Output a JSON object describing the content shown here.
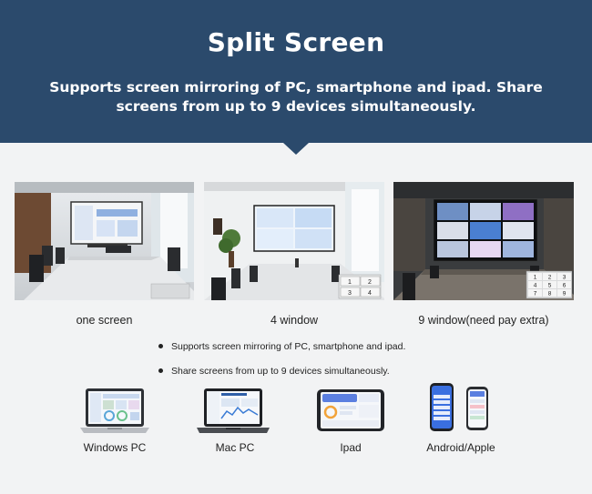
{
  "header": {
    "title": "Split Screen",
    "subtitle_line1": "Supports screen mirroring of PC, smartphone and ipad. Share",
    "subtitle_line2": "screens from up to 9 devices simultaneously."
  },
  "scenes": [
    {
      "caption": "one screen"
    },
    {
      "caption": "4 window",
      "window_numbers": [
        "1",
        "2",
        "3",
        "4"
      ]
    },
    {
      "caption": "9 window(need pay extra)",
      "window_numbers": [
        "1",
        "2",
        "3",
        "4",
        "5",
        "6",
        "7",
        "8",
        "9"
      ]
    }
  ],
  "features": [
    "Supports screen mirroring of PC, smartphone and ipad.",
    "Share screens from up to 9 devices simultaneously."
  ],
  "devices": [
    {
      "label": "Windows PC",
      "icon": "laptop-icon"
    },
    {
      "label": "Mac PC",
      "icon": "macbook-icon"
    },
    {
      "label": "Ipad",
      "icon": "tablet-icon"
    },
    {
      "label": "Android/Apple",
      "icon": "smartphones-icon"
    }
  ],
  "colors": {
    "banner": "#2b4a6c",
    "background": "#f2f3f4",
    "text": "#222222"
  }
}
